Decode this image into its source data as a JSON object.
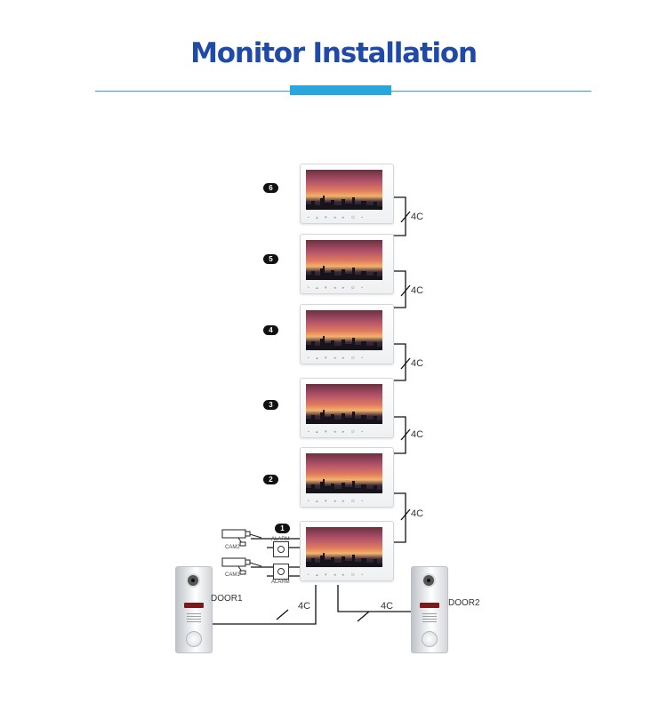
{
  "title": "Monitor Installation",
  "monitors": [
    "6",
    "5",
    "4",
    "3",
    "2",
    "1"
  ],
  "cable_labels": [
    "4C",
    "4C",
    "4C",
    "4C",
    "4C"
  ],
  "doors": {
    "door1": {
      "label": "DOOR1",
      "cable": "4C"
    },
    "door2": {
      "label": "DOOR2",
      "cable": "4C"
    }
  },
  "cameras": {
    "cam2": "CAM2",
    "cam1": "CAM1"
  },
  "alarms": {
    "top": "ALARM",
    "bottom": "ALARM"
  },
  "monitor_buttons": "• ▴ ▾ ◂ ▸ ⊙ •",
  "colors": {
    "title": "#1f4aa8",
    "accent": "#29a6dc",
    "wire": "#111111"
  }
}
